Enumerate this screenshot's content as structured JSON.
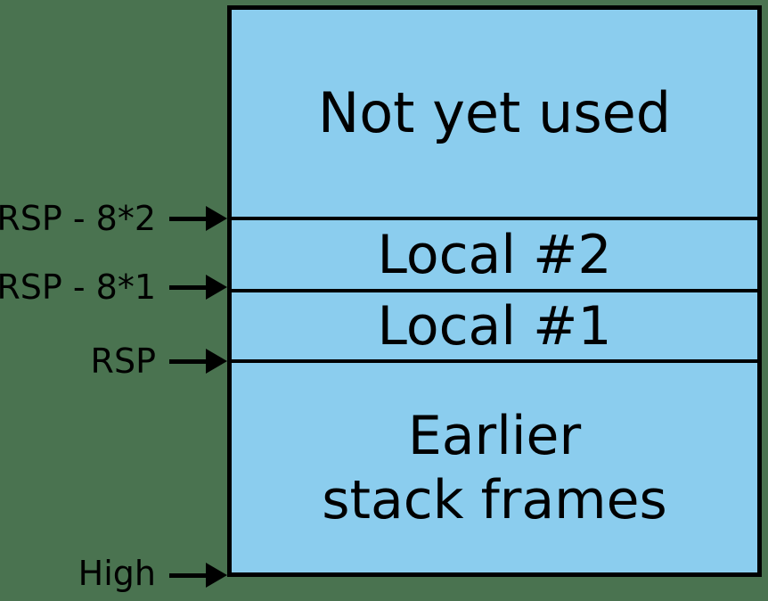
{
  "diagram": {
    "colors": {
      "background": "#4A7350",
      "box_fill": "#8BCDEE",
      "line": "#000000",
      "text": "#000000"
    },
    "box": {
      "sections": [
        {
          "label": "Not yet used"
        },
        {
          "label": "Local #2"
        },
        {
          "label": "Local #1"
        },
        {
          "label": "Earlier\nstack frames"
        }
      ]
    },
    "pointers": [
      {
        "label": "RSP - 8*2"
      },
      {
        "label": "RSP - 8*1"
      },
      {
        "label": "RSP"
      },
      {
        "label": "High"
      }
    ]
  }
}
